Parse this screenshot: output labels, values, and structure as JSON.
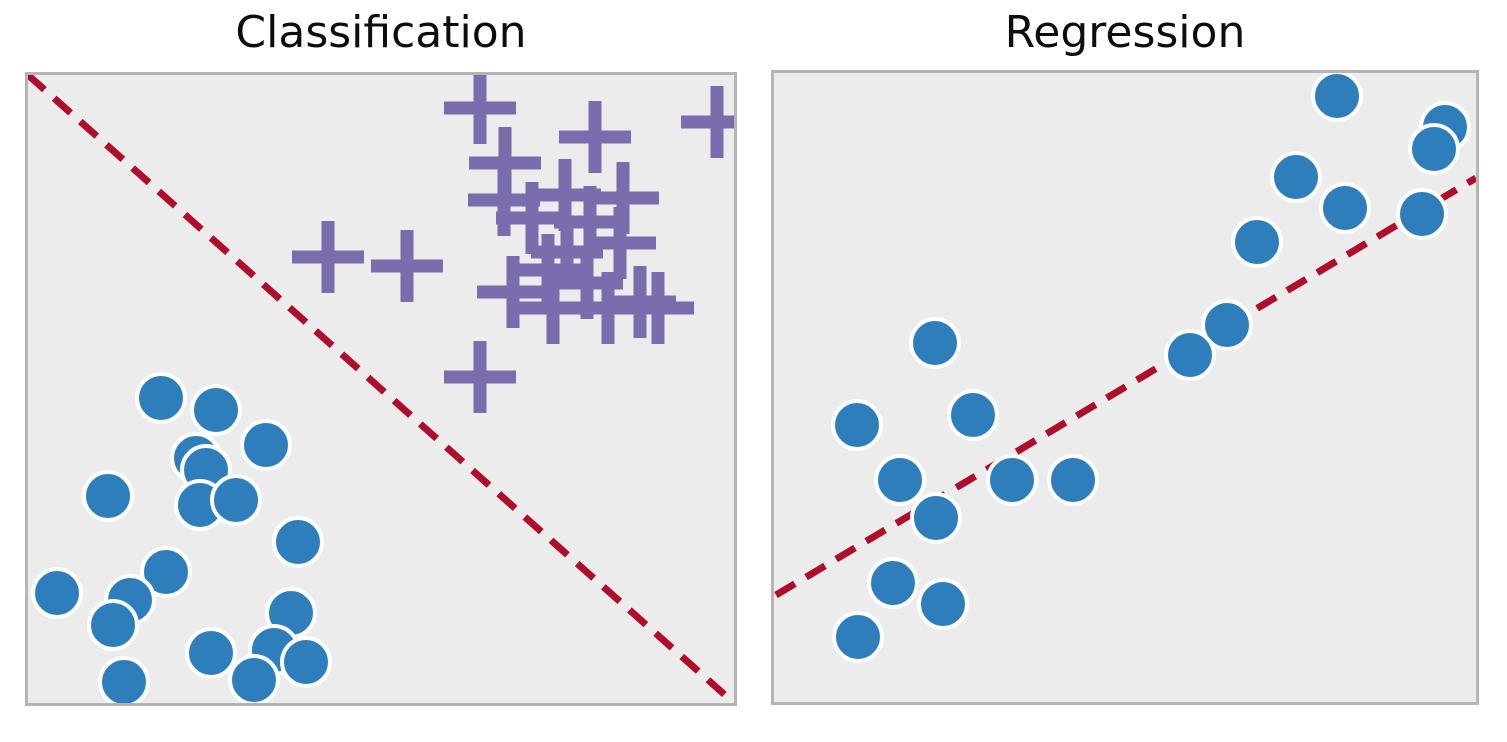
{
  "figure": {
    "background_color": "#ffffff",
    "panel_background_color": "#ececec",
    "panel_border_color": "#b5b5b5"
  },
  "chart_data": [
    {
      "type": "scatter",
      "title": "Classification",
      "xlabel": "",
      "ylabel": "",
      "axes": {
        "ticks": false,
        "grid": false,
        "frame": true
      },
      "plot_size": [
        706,
        628
      ],
      "marker_style": {
        "circle_radius": 24,
        "circle_edge_color": "#ffffff",
        "circle_edge_width": 4,
        "plus_arm": 36,
        "plus_stroke_width": 13
      },
      "series": [
        {
          "name": "class-circle-points",
          "marker": "circle",
          "color": "#2f7ebc",
          "points": [
            [
              133,
              323
            ],
            [
              188,
              335
            ],
            [
              238,
              370
            ],
            [
              80,
              421
            ],
            [
              168,
              383
            ],
            [
              178,
              395
            ],
            [
              172,
              430
            ],
            [
              208,
              425
            ],
            [
              270,
              467
            ],
            [
              138,
              497
            ],
            [
              29,
              518
            ],
            [
              102,
              525
            ],
            [
              85,
              550
            ],
            [
              263,
              538
            ],
            [
              183,
              578
            ],
            [
              246,
              575
            ],
            [
              278,
              587
            ],
            [
              226,
              605
            ],
            [
              96,
              607
            ]
          ]
        },
        {
          "name": "class-plus-points",
          "marker": "plus",
          "color": "#7b6cae",
          "points": [
            [
              452,
              33
            ],
            [
              567,
              62
            ],
            [
              689,
              47
            ],
            [
              477,
              88
            ],
            [
              476,
              125
            ],
            [
              537,
              120
            ],
            [
              595,
              123
            ],
            [
              504,
              143
            ],
            [
              562,
              147
            ],
            [
              539,
              177
            ],
            [
              592,
              168
            ],
            [
              520,
              195
            ],
            [
              559,
              208
            ],
            [
              485,
              217
            ],
            [
              525,
              233
            ],
            [
              580,
              233
            ],
            [
              612,
              227
            ],
            [
              630,
              233
            ],
            [
              300,
              182
            ],
            [
              379,
              191
            ],
            [
              452,
              302
            ]
          ]
        }
      ],
      "line": {
        "name": "decision-boundary-line",
        "style": "dashed",
        "color": "#b00d2c",
        "width": 7,
        "dash": [
          22,
          13
        ],
        "from": [
          0,
          0
        ],
        "to": [
          706,
          628
        ]
      }
    },
    {
      "type": "scatter",
      "title": "Regression",
      "xlabel": "",
      "ylabel": "",
      "axes": {
        "ticks": false,
        "grid": false,
        "frame": true
      },
      "plot_size": [
        702,
        629
      ],
      "marker_style": {
        "circle_radius": 24,
        "circle_edge_color": "#ffffff",
        "circle_edge_width": 4,
        "plus_arm": 36,
        "plus_stroke_width": 13
      },
      "series": [
        {
          "name": "regression-sample-points",
          "marker": "circle",
          "color": "#2f7ebc",
          "points": [
            [
              161,
              270
            ],
            [
              83,
              352
            ],
            [
              199,
              342
            ],
            [
              126,
              407
            ],
            [
              238,
              407
            ],
            [
              299,
              407
            ],
            [
              162,
              445
            ],
            [
              119,
              510
            ],
            [
              169,
              531
            ],
            [
              84,
              564
            ],
            [
              563,
              23
            ],
            [
              671,
              54
            ],
            [
              660,
              76
            ],
            [
              522,
              104
            ],
            [
              571,
              135
            ],
            [
              648,
              141
            ],
            [
              483,
              169
            ],
            [
              453,
              252
            ],
            [
              416,
              282
            ]
          ]
        }
      ],
      "line": {
        "name": "regression-fit-line",
        "style": "dashed",
        "color": "#b00d2c",
        "width": 7,
        "dash": [
          22,
          13
        ],
        "from": [
          2,
          522
        ],
        "to": [
          702,
          105
        ]
      }
    }
  ]
}
